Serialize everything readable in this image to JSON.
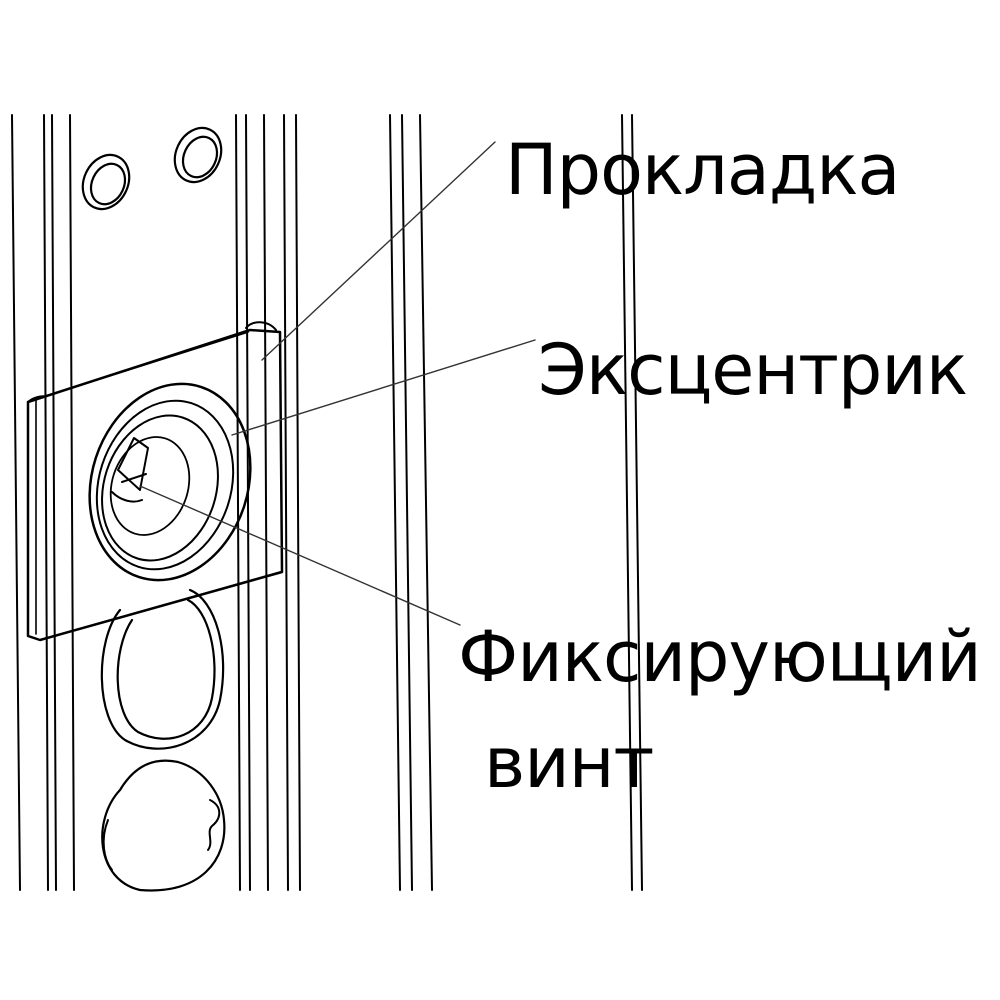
{
  "labels": {
    "gasket": "Прокладка",
    "eccentric": "Эксцентрик",
    "fixing_screw_line1": "Фиксирующий",
    "fixing_screw_line2": "винт"
  },
  "colors": {
    "line": "#000000",
    "background": "#ffffff",
    "leader": "#333333"
  }
}
